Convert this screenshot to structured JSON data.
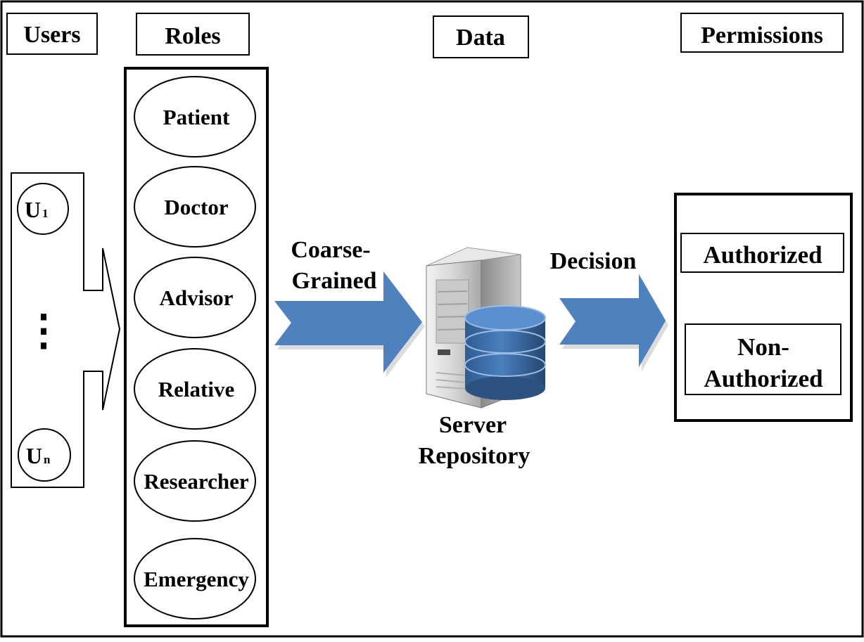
{
  "headers": {
    "users": "Users",
    "roles": "Roles",
    "data": "Data",
    "permissions": "Permissions"
  },
  "users": {
    "first": {
      "letter": "U",
      "sub": "1"
    },
    "ellipsis": "⋮",
    "last": {
      "letter": "U",
      "sub": "n"
    }
  },
  "roles": [
    "Patient",
    "Doctor",
    "Advisor",
    "Relative",
    "Researcher",
    "Emergency"
  ],
  "arrows": {
    "coarse_line1": "Coarse-",
    "coarse_line2": "Grained",
    "decision": "Decision"
  },
  "server": {
    "line1": "Server",
    "line2": "Repository"
  },
  "permissions": {
    "authorized": "Authorized",
    "non_line1": "Non-",
    "non_line2": "Authorized"
  },
  "colors": {
    "arrow_fill": "#4f81bd",
    "db_top": "#5a8fd0",
    "db_body": "#3d6ea8",
    "server_body": "#d9d9d9"
  }
}
